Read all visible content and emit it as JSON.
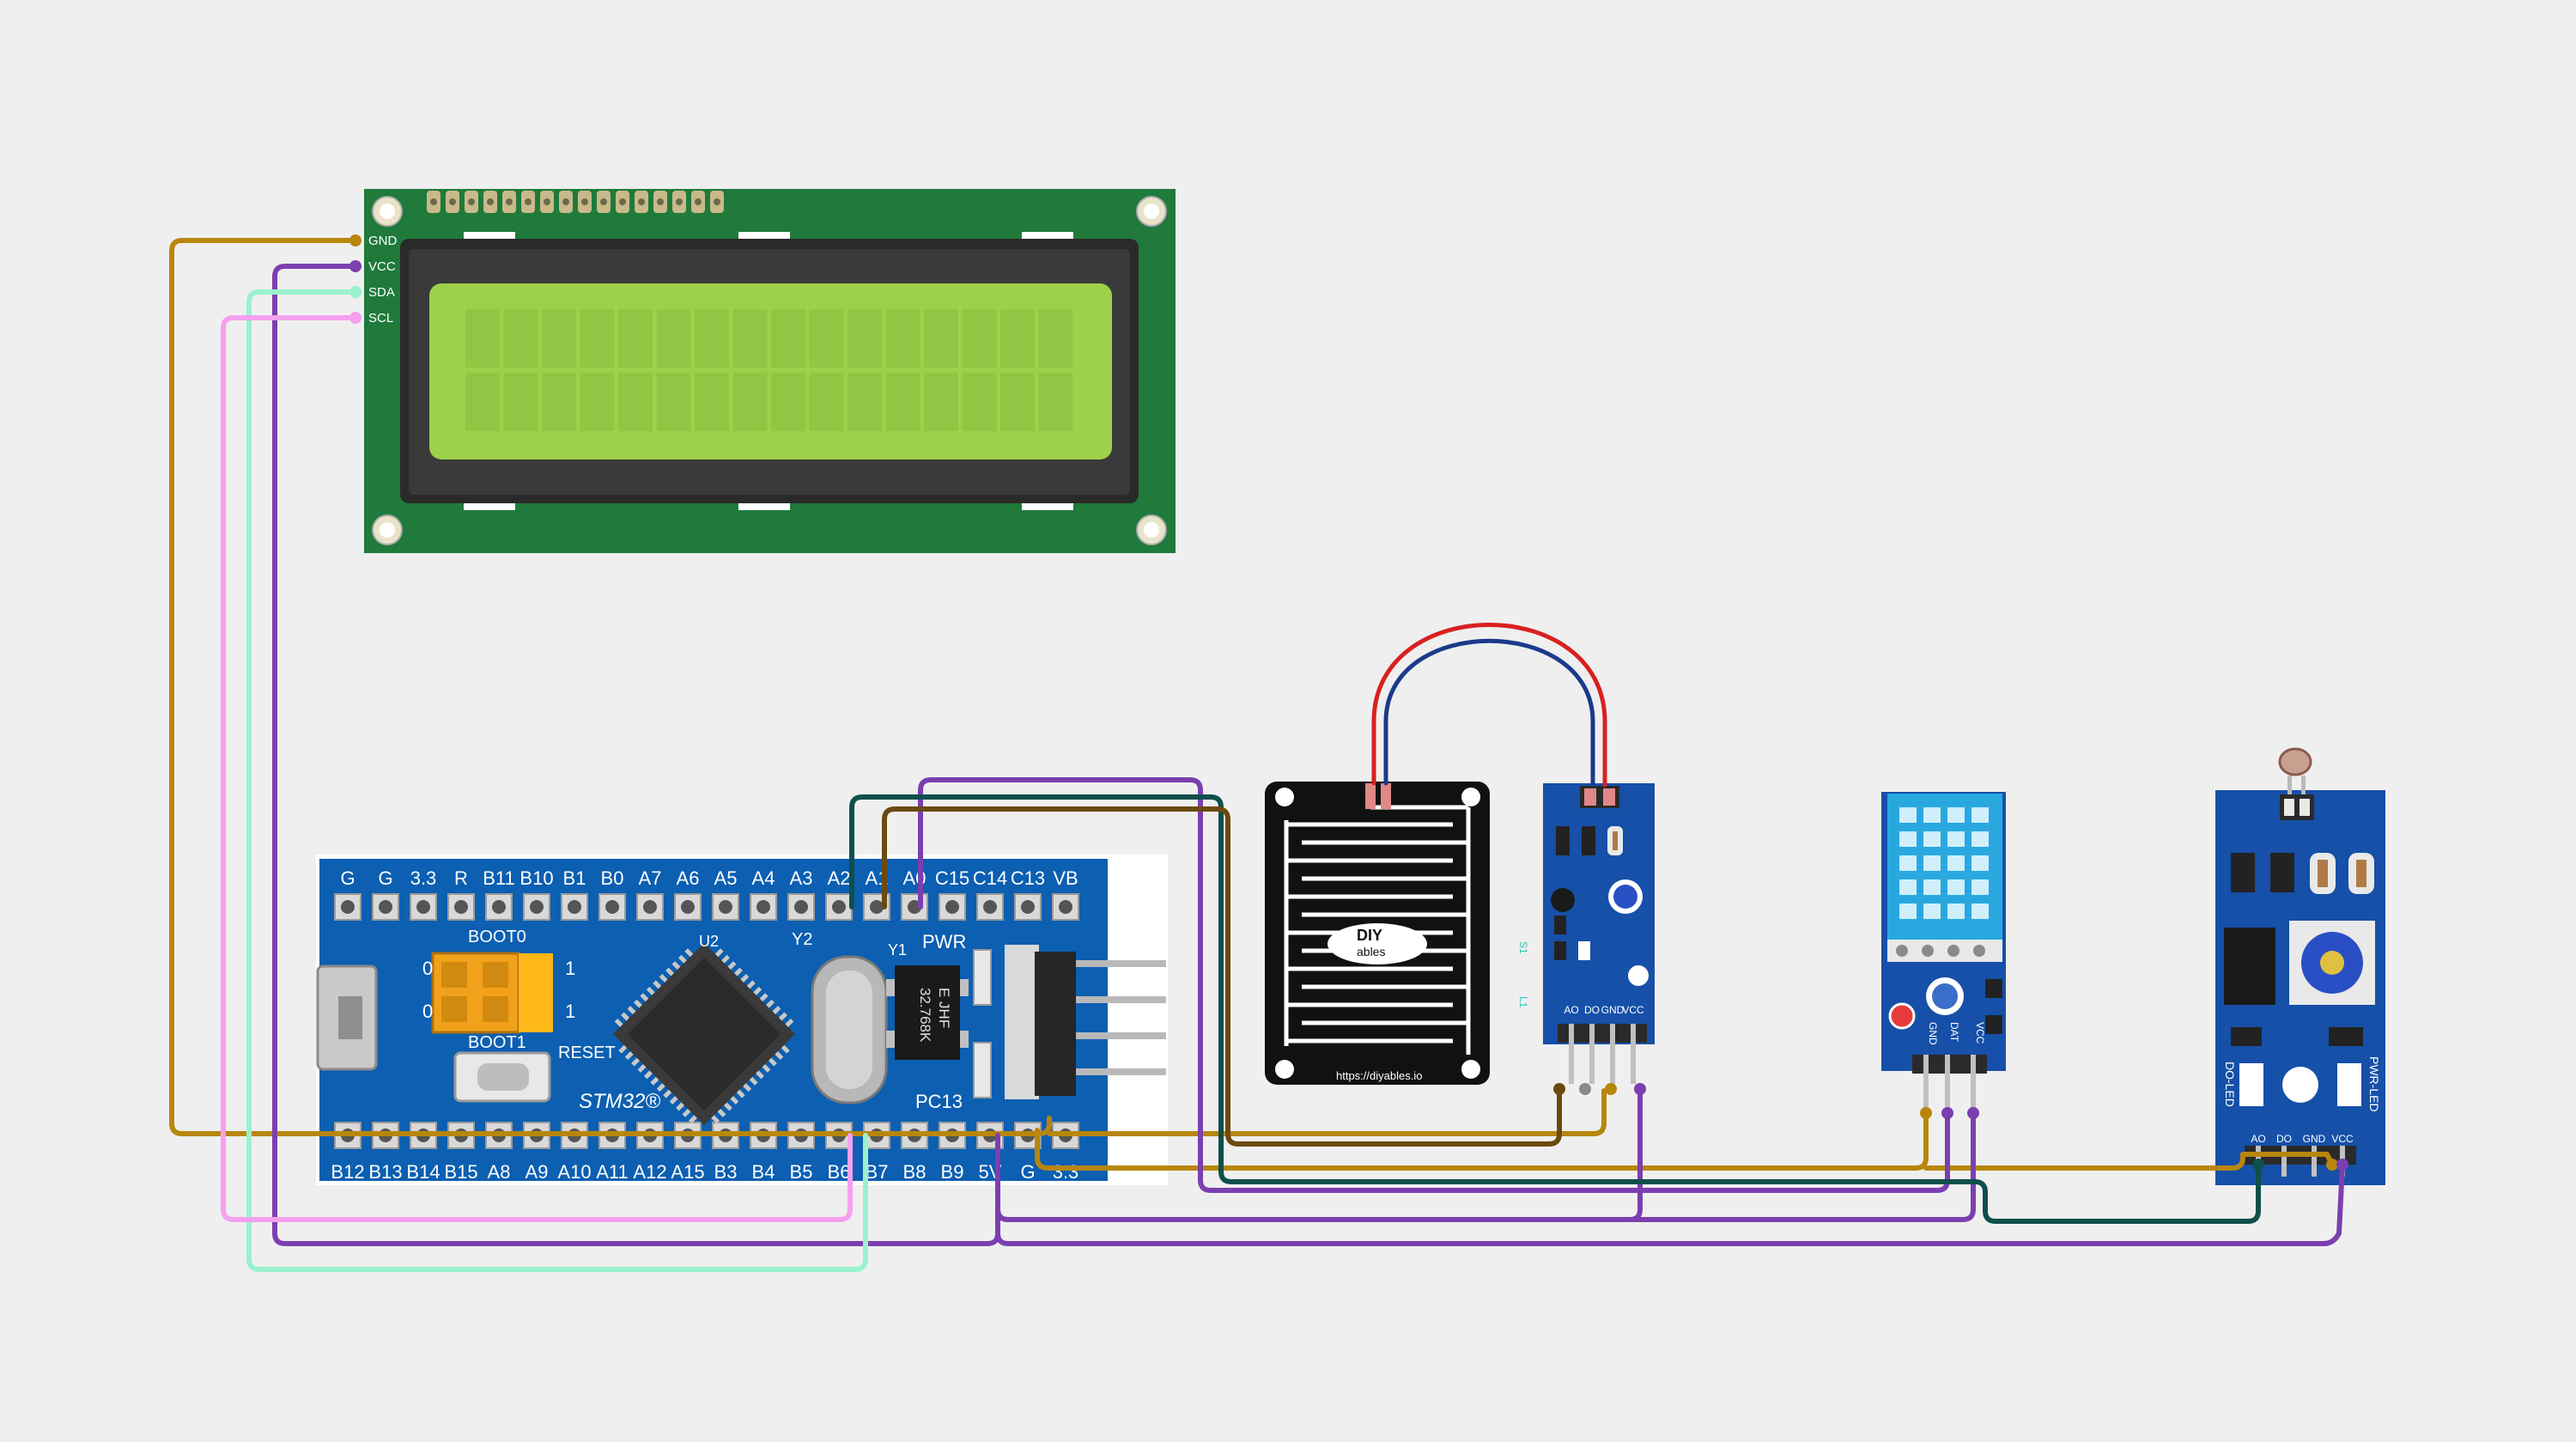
{
  "lcd": {
    "pins": [
      "GND",
      "VCC",
      "SDA",
      "SCL"
    ]
  },
  "mcu": {
    "top_pins": [
      "G",
      "G",
      "3.3",
      "R",
      "B11",
      "B10",
      "B1",
      "B0",
      "A7",
      "A6",
      "A5",
      "A4",
      "A3",
      "A2",
      "A1",
      "A0",
      "C15",
      "C14",
      "C13",
      "VB"
    ],
    "bottom_pins": [
      "B12",
      "B13",
      "B14",
      "B15",
      "A8",
      "A9",
      "A10",
      "A11",
      "A12",
      "A15",
      "B3",
      "B4",
      "B5",
      "B6",
      "B7",
      "B8",
      "B9",
      "5V",
      "G",
      "3.3"
    ],
    "labels": {
      "boot0": "BOOT0",
      "boot1": "BOOT1",
      "reset": "RESET",
      "brand": "STM32®",
      "u2": "U2",
      "y1": "Y1",
      "y2": "Y2",
      "pwr": "PWR",
      "pc13": "PC13",
      "zero_a": "0",
      "one_a": "1",
      "zero_b": "0",
      "one_b": "1",
      "crystal": "32.768K",
      "crystal2": "E JHF"
    }
  },
  "rain_sensor": {
    "logo": "DIY",
    "logo2": "ables",
    "url": "https://diyables.io",
    "module_pins": [
      "AO",
      "DO",
      "GND",
      "VCC"
    ],
    "side_text_a": "S1",
    "side_text_b": "L1"
  },
  "dht": {
    "pins": [
      "GND",
      "DAT",
      "VCC"
    ]
  },
  "ldr": {
    "pins": [
      "AO",
      "DO",
      "GND",
      "VCC"
    ],
    "do_led": "DO-LED",
    "pwr_led": "PWR-LED"
  },
  "colors": {
    "background": "#efefef",
    "pcb_green": "#1f7a3b",
    "lcd_screen": "#9ed14a",
    "mcu_blue": "#0c5fb1",
    "module_blue": "#1650a8",
    "wire_gold": "#b8860b",
    "wire_purple": "#7b3fb0",
    "wire_mint": "#9af2cd",
    "wire_pink": "#f5a0ef",
    "wire_teal": "#0f4f4c",
    "wire_brown": "#6b4a10",
    "wire_red": "#d92020",
    "wire_blue": "#1a3a8a"
  }
}
